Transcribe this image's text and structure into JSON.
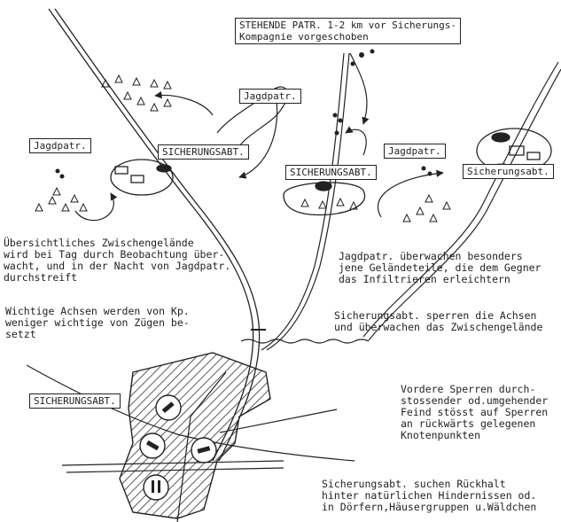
{
  "labels": {
    "stehende_patr": "STEHENDE PATR. 1-2 km vor Sicherungs-\nKompagnie vorgeschoben",
    "jagdpatr_left": "Jagdpatr.",
    "jagdpatr_center": "Jagdpatr.",
    "jagdpatr_right": "Jagdpatr.",
    "sicherungsabt_left": "SICHERUNGSABT.",
    "sicherungsabt_center": "SICHERUNGSABT.",
    "sicherungsabt_right": "Sicherungsabt.",
    "sicherungsabt_bottom": "SICHERUNGSABT."
  },
  "notes": {
    "zwischengelaende": "Übersichtliches Zwischengelände\nwird bei Tag durch Beobachtung über-\nwacht, und in der Nacht von Jagdpatr.\ndurchstreift",
    "jagdpatr_gelaende": "Jagdpatr. überwachen besonders\njene Geländeteile, die dem Gegner\ndas Infiltrieren erleichtern",
    "achsen": "Wichtige Achsen werden von Kp.\nweniger wichtige von Zügen be-\nsetzt",
    "sperren": "Sicherungsabt. sperren die Achsen\nund überwachen das Zwischengelände",
    "vordere_sperren": "Vordere Sperren durch-\nstossender od.umgehender\nFeind stösst auf Sperren\nan rückwärts gelegenen\nKnotenpunkten",
    "rueckhalt": "Sicherungsabt. suchen Rückhalt\nhinter natürlichen Hindernissen od.\nin Dörfern,Häusergruppen u.Wäldchen"
  },
  "colors": {
    "ink": "#222222",
    "hatch": "#333333",
    "paper": "#ffffff"
  }
}
